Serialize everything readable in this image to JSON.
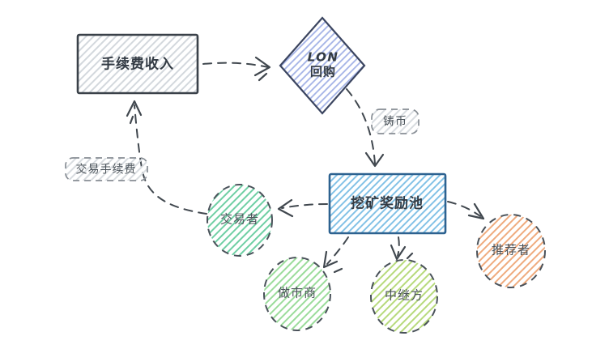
{
  "diagram": {
    "description": "LON token economics flow diagram, hand-drawn sketch style"
  },
  "colors": {
    "ink": "#333b44",
    "circle_ink": "#4b535a",
    "tag_ink": "#4b535a",
    "arrow": "#40474e",
    "fee_box_border": "#3a4149",
    "fee_box_hatch": "#d3d8dd",
    "diamond_border": "#3b4560",
    "diamond_hatch": "#a3b2e6",
    "pool_border": "#2d6290",
    "pool_hatch": "#7fc0e6",
    "tag_border": "#878d94",
    "tag_hatch": "#d8dce0",
    "circle_border": "#4a525a",
    "traders_hatch": "#6fcfa4",
    "market_makers_hatch": "#9bdc9b",
    "relayers_hatch": "#b7da7c",
    "referrers_hatch": "#efab7e"
  },
  "nodes": {
    "fee_income": {
      "label": "手续费收入"
    },
    "lon_buyback": {
      "line1": "LON",
      "line2": "回购"
    },
    "mint_tag": {
      "label": "铸币"
    },
    "mining_pool": {
      "label": "挖矿奖励池"
    },
    "trading_fee_tag": {
      "label": "交易手续费"
    },
    "traders": {
      "label": "交易者"
    },
    "market_makers": {
      "label": "做市商"
    },
    "relayers": {
      "label": "中继方"
    },
    "referrers": {
      "label": "推荐者"
    }
  },
  "edges": [
    {
      "from": "手续费收入",
      "to": "LON 回购",
      "label": ""
    },
    {
      "from": "LON 回购",
      "to": "挖矿奖励池",
      "label": "铸币"
    },
    {
      "from": "挖矿奖励池",
      "to": "交易者",
      "label": ""
    },
    {
      "from": "挖矿奖励池",
      "to": "做市商",
      "label": ""
    },
    {
      "from": "挖矿奖励池",
      "to": "中继方",
      "label": ""
    },
    {
      "from": "挖矿奖励池",
      "to": "推荐者",
      "label": ""
    },
    {
      "from": "交易者",
      "to": "手续费收入",
      "label": "交易手续费"
    }
  ]
}
